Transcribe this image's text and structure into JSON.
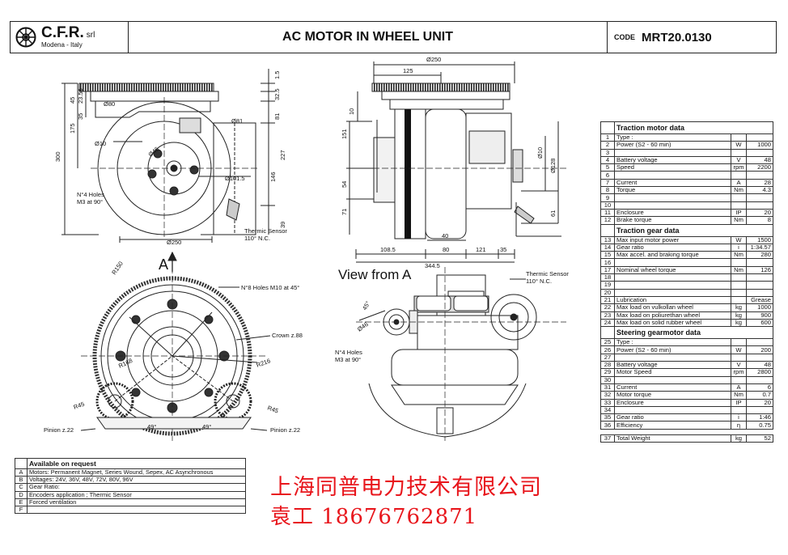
{
  "header": {
    "company": "C.F.R.",
    "company_suffix": "srl",
    "city": "Modena - Italy",
    "title": "AC MOTOR IN WHEEL UNIT",
    "code_label": "CODE",
    "code": "MRT20.0130"
  },
  "view_label": "View from A",
  "view_marker": "A",
  "stamp": {
    "company": "上海同普电力技术有限公司",
    "contact": "袁工 18676762871"
  },
  "dims": {
    "d250_top": "Ø250",
    "d125": "125",
    "d80": "Ø80",
    "d81": "Ø81",
    "d10": "Ø10",
    "d46": "Ø46",
    "d101": "Ø101.5",
    "d250_bottom": "Ø250",
    "d10_right": "Ø10",
    "d128": "Ø128",
    "d46_bottom": "Ø46",
    "v1_5": "1.5",
    "v32_5": "32.5",
    "v81": "81",
    "v227": "227",
    "v146": "146",
    "v39": "39",
    "v300": "300",
    "v175": "175",
    "v45": "45",
    "v35": "35",
    "v23_56": "23.56",
    "v10": "10",
    "v151": "151",
    "v54": "54",
    "v71": "71",
    "v61": "61",
    "h108_5": "108.5",
    "h80": "80",
    "h121": "121",
    "h35": "35",
    "h40": "40",
    "h344_5": "344.5",
    "a45": "45°",
    "a49": "49°",
    "r150": "R150",
    "r216": "R216",
    "r168": "R168",
    "r45_left": "R45",
    "r45_right": "R45"
  },
  "callouts": {
    "holes_m3": "N°4 Holes",
    "holes_m3_b": "M3 at 90°",
    "thermic": "Thermic Sensor",
    "thermic_b": "110° N.C.",
    "thermic2": "Thermic Sensor",
    "thermic2_b": "110° N.C.",
    "holes_m10": "N°8 Holes M10 at 45°",
    "crown": "Crown z.88",
    "holes_m3_2": "N°4 Holes",
    "holes_m3_2b": "M3 at 90°",
    "pinion_left": "Pinion z.22",
    "pinion_right": "Pinion z.22"
  },
  "spec_rows": [
    {
      "type": "h",
      "label": "Traction motor data"
    },
    {
      "n": "1",
      "label": "Type :",
      "unit": "",
      "value": ""
    },
    {
      "n": "2",
      "label": "Power (S2 - 60 min)",
      "unit": "W",
      "value": "1000"
    },
    {
      "n": "3",
      "label": "",
      "unit": "",
      "value": ""
    },
    {
      "n": "4",
      "label": "Battery voltage",
      "unit": "V",
      "value": "48"
    },
    {
      "n": "5",
      "label": "Speed",
      "unit": "rpm",
      "value": "2200"
    },
    {
      "n": "6",
      "label": "",
      "unit": "",
      "value": ""
    },
    {
      "n": "7",
      "label": "Current",
      "unit": "A",
      "value": "28"
    },
    {
      "n": "8",
      "label": "Torque",
      "unit": "Nm",
      "value": "4.3"
    },
    {
      "n": "9",
      "label": "",
      "unit": "",
      "value": ""
    },
    {
      "n": "10",
      "label": "",
      "unit": "",
      "value": ""
    },
    {
      "n": "11",
      "label": "Enclosure",
      "unit": "IP",
      "value": "20"
    },
    {
      "n": "12",
      "label": "Brake torque",
      "unit": "Nm",
      "value": "8"
    },
    {
      "type": "h",
      "label": "Traction gear data"
    },
    {
      "n": "13",
      "label": "Max input motor power",
      "unit": "W",
      "value": "1500"
    },
    {
      "n": "14",
      "label": "Gear ratio",
      "unit": "i",
      "value": "1:34.57"
    },
    {
      "n": "15",
      "label": "Max accel. and braking torque",
      "unit": "Nm",
      "value": "280"
    },
    {
      "n": "16",
      "label": "",
      "unit": "",
      "value": ""
    },
    {
      "n": "17",
      "label": "Nominal wheel torque",
      "unit": "Nm",
      "value": "126"
    },
    {
      "n": "18",
      "label": "",
      "unit": "",
      "value": ""
    },
    {
      "n": "19",
      "label": "",
      "unit": "",
      "value": ""
    },
    {
      "n": "20",
      "label": "",
      "unit": "",
      "value": ""
    },
    {
      "n": "21",
      "label": "Lubrication",
      "unit": "",
      "value": "Grease"
    },
    {
      "n": "22",
      "label": "Max load on vulkollan wheel",
      "unit": "kg",
      "value": "1000"
    },
    {
      "n": "23",
      "label": "Max load on poliurethan wheel",
      "unit": "kg",
      "value": "900"
    },
    {
      "n": "24",
      "label": "Max load on solid rubber wheel",
      "unit": "kg",
      "value": "600"
    },
    {
      "type": "h",
      "label": "Steering gearmotor data"
    },
    {
      "n": "25",
      "label": "Type :",
      "unit": "",
      "value": ""
    },
    {
      "n": "26",
      "label": "Power (S2 - 60 min)",
      "unit": "W",
      "value": "200"
    },
    {
      "n": "27",
      "label": "",
      "unit": "",
      "value": ""
    },
    {
      "n": "28",
      "label": "Battery voltage",
      "unit": "V",
      "value": "48"
    },
    {
      "n": "29",
      "label": "Motor Speed",
      "unit": "rpm",
      "value": "2800"
    },
    {
      "n": "30",
      "label": "",
      "unit": "",
      "value": ""
    },
    {
      "n": "31",
      "label": "Current",
      "unit": "A",
      "value": "6"
    },
    {
      "n": "32",
      "label": "Motor torque",
      "unit": "Nm",
      "value": "0.7"
    },
    {
      "n": "33",
      "label": "Enclosure",
      "unit": "IP",
      "value": "20"
    },
    {
      "n": "34",
      "label": "",
      "unit": "",
      "value": ""
    },
    {
      "n": "35",
      "label": "Gear ratio",
      "unit": "i",
      "value": "1:46"
    },
    {
      "n": "36",
      "label": "Efficiency",
      "unit": "η",
      "value": "0.75"
    },
    {
      "type": "gap"
    },
    {
      "n": "37",
      "label": "Total Weight",
      "unit": "kg",
      "value": "52"
    }
  ],
  "request": {
    "title": "Available on request",
    "rows": [
      {
        "k": "A",
        "text": "Motors: Permanent Magnet, Series Wound, Sepex, AC Asynchronous"
      },
      {
        "k": "B",
        "text": "Voltages: 24V, 36V, 48V, 72V, 80V, 96V"
      },
      {
        "k": "C",
        "text": "Gear Ratio:"
      },
      {
        "k": "D",
        "text": "Encoders application ; Thermic Sensor"
      },
      {
        "k": "E",
        "text": "Forced ventilation"
      },
      {
        "k": "F",
        "text": ""
      }
    ]
  }
}
